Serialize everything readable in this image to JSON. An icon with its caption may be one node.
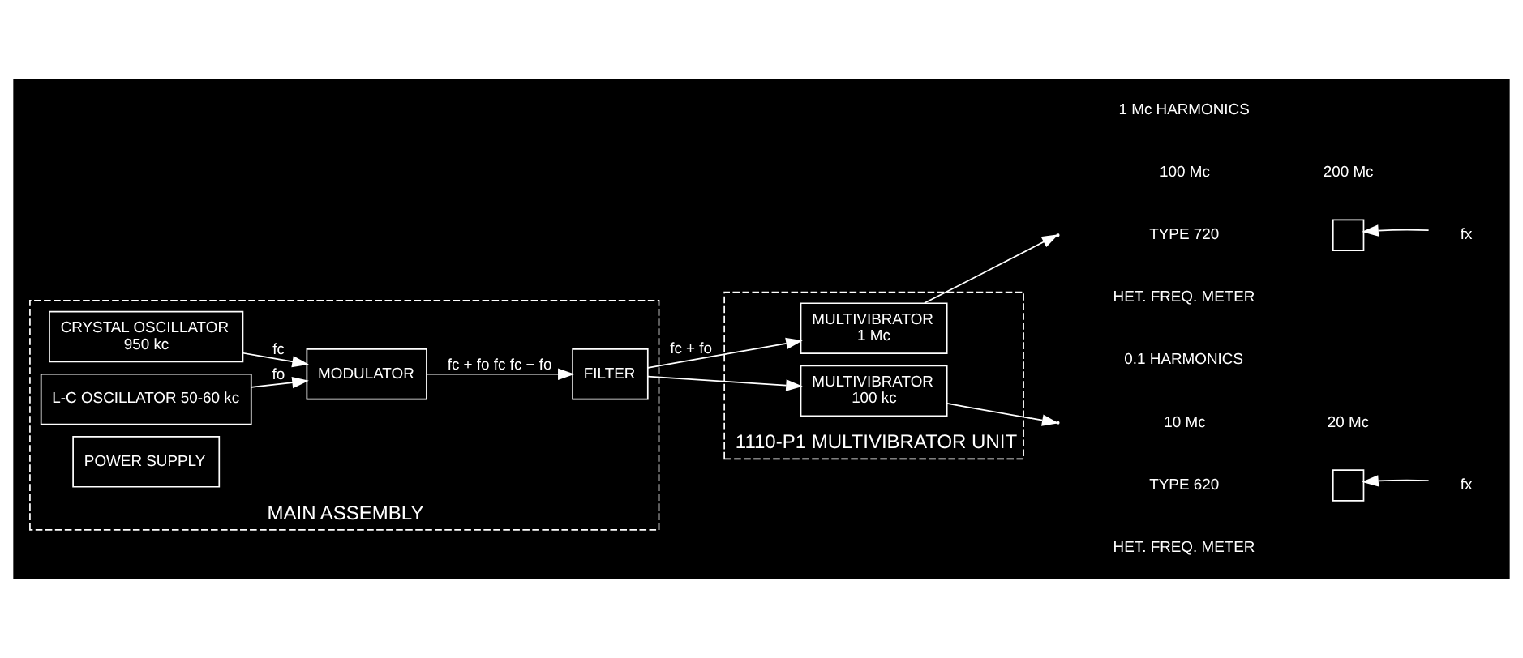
{
  "diagram": {
    "nodes": [
      {
        "text": [
          "MAIN ASSEMBLY"
        ]
      },
      {
        "text": [
          "CRYSTAL OSCILLATOR",
          "950 kc"
        ],
        "in": 0
      },
      {
        "text": [
          "L-C OSCILLATOR 50-60 kc"
        ],
        "in": 0
      },
      {
        "text": [
          "POWER SUPPLY"
        ],
        "in": 0
      },
      {
        "text": [
          "MODULATOR"
        ],
        "in": 0
      },
      {
        "text": [
          "FILTER"
        ],
        "in": 0
      },
      {
        "text": [
          "1110-P1 MULTIVIBRATOR UNIT"
        ]
      },
      {
        "text": [
          "MULTIVIBRATOR",
          "1 Mc"
        ],
        "in": 6
      },
      {
        "text": [
          "MULTIVIBRATOR",
          "100 kc"
        ],
        "in": 6
      },
      {
        "text": [],
        "shape": "box"
      },
      {
        "text": [
          "fx"
        ]
      },
      {
        "text": [],
        "shape": "box"
      },
      {
        "text": [
          "fx"
        ]
      }
    ],
    "edges": [
      {
        "from": 1,
        "to": 4,
        "arrow": "to",
        "label": "fc"
      },
      {
        "from": 2,
        "to": 4,
        "arrow": "to",
        "label": "fo"
      },
      {
        "from": 4,
        "to": 5,
        "arrow": "to",
        "label": "fc + fo fc fc − fo"
      },
      {
        "from": 5,
        "to": 7,
        "arrow": "to",
        "label": "fc + fo"
      },
      {
        "from": 5,
        "to": 8,
        "arrow": "to"
      },
      {
        "from": 7,
        "to": null,
        "arrow": "to"
      },
      {
        "from": 8,
        "to": null,
        "arrow": "to"
      },
      {
        "from": 10,
        "to": 9,
        "arrow": "to"
      },
      {
        "from": 12,
        "to": 11,
        "arrow": "to"
      }
    ],
    "labels": [
      "1 Mc HARMONICS",
      "100 Mc",
      "200 Mc",
      "TYPE 720",
      "HET. FREQ. METER",
      "0.1 HARMONICS",
      "10 Mc",
      "20 Mc",
      "TYPE 620",
      "HET. FREQ. METER"
    ]
  }
}
